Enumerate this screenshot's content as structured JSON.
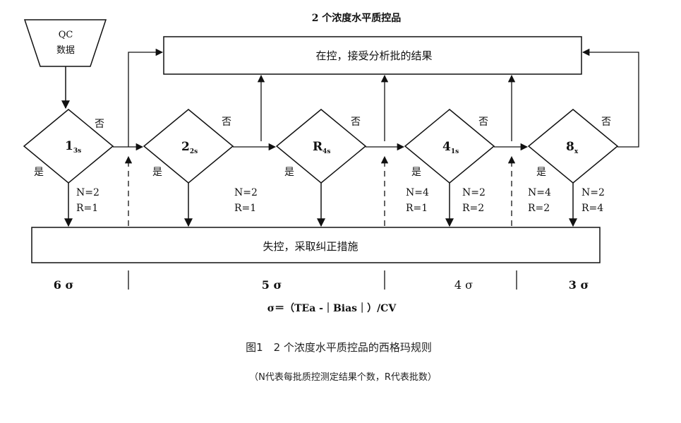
{
  "diagram": {
    "title": "2 个浓度水平质控品",
    "start_label_line1": "QC",
    "start_label_line2": "数据",
    "accept_box": "在控，接受分析批的结果",
    "reject_box": "失控，采取纠正措施",
    "yes": "是",
    "no": "否",
    "rules": [
      {
        "main": "1",
        "sub": "3s"
      },
      {
        "main": "2",
        "sub": "2s"
      },
      {
        "main": "R",
        "sub": "4s"
      },
      {
        "main": "4",
        "sub": "1s"
      },
      {
        "main": "8",
        "sub": "x"
      }
    ],
    "nr_labels": [
      {
        "n": "N=2",
        "r": "R=1"
      },
      {
        "n": "N=2",
        "r": "R=1"
      },
      {
        "n": "N=4",
        "r": "R=1"
      },
      {
        "n": "N=2",
        "r": "R=2"
      },
      {
        "n": "N=4",
        "r": "R=2"
      },
      {
        "n": "N=2",
        "r": "R=4"
      }
    ],
    "sigma_levels": [
      "6 σ",
      "5 σ",
      "4 σ",
      "3 σ"
    ],
    "formula": "σ＝（TEa -｜Bias｜）/CV",
    "caption": "图1　2 个浓度水平质控品的西格玛规则",
    "note": "（N代表每批质控测定结果个数，R代表批数）"
  }
}
